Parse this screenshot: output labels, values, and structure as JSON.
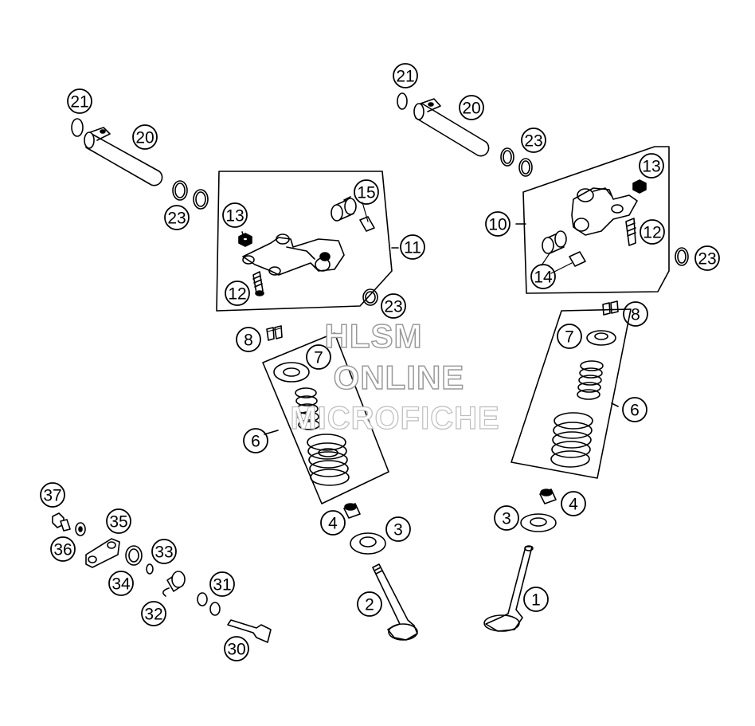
{
  "callouts": [
    {
      "text": "21"
    },
    {
      "text": "20"
    },
    {
      "text": "23"
    },
    {
      "text": "13"
    },
    {
      "text": "15"
    },
    {
      "text": "11"
    },
    {
      "text": "12"
    },
    {
      "text": "23"
    },
    {
      "text": "8"
    },
    {
      "text": "7"
    },
    {
      "text": "6"
    },
    {
      "text": "4"
    },
    {
      "text": "3"
    },
    {
      "text": "2"
    },
    {
      "text": "21"
    },
    {
      "text": "20"
    },
    {
      "text": "23"
    },
    {
      "text": "13"
    },
    {
      "text": "10"
    },
    {
      "text": "12"
    },
    {
      "text": "23"
    },
    {
      "text": "14"
    },
    {
      "text": "8"
    },
    {
      "text": "7"
    },
    {
      "text": "6"
    },
    {
      "text": "4"
    },
    {
      "text": "3"
    },
    {
      "text": "1"
    },
    {
      "text": "37"
    },
    {
      "text": "35"
    },
    {
      "text": "36"
    },
    {
      "text": "33"
    },
    {
      "text": "34"
    },
    {
      "text": "31"
    },
    {
      "text": "32"
    },
    {
      "text": "30"
    }
  ],
  "watermark": {
    "line1": "HLSM",
    "line2": "ONLINE",
    "line3": "MICROFICHE"
  },
  "colors": {
    "ink": "#000000",
    "watermark_outline": "#9a9a9a"
  }
}
